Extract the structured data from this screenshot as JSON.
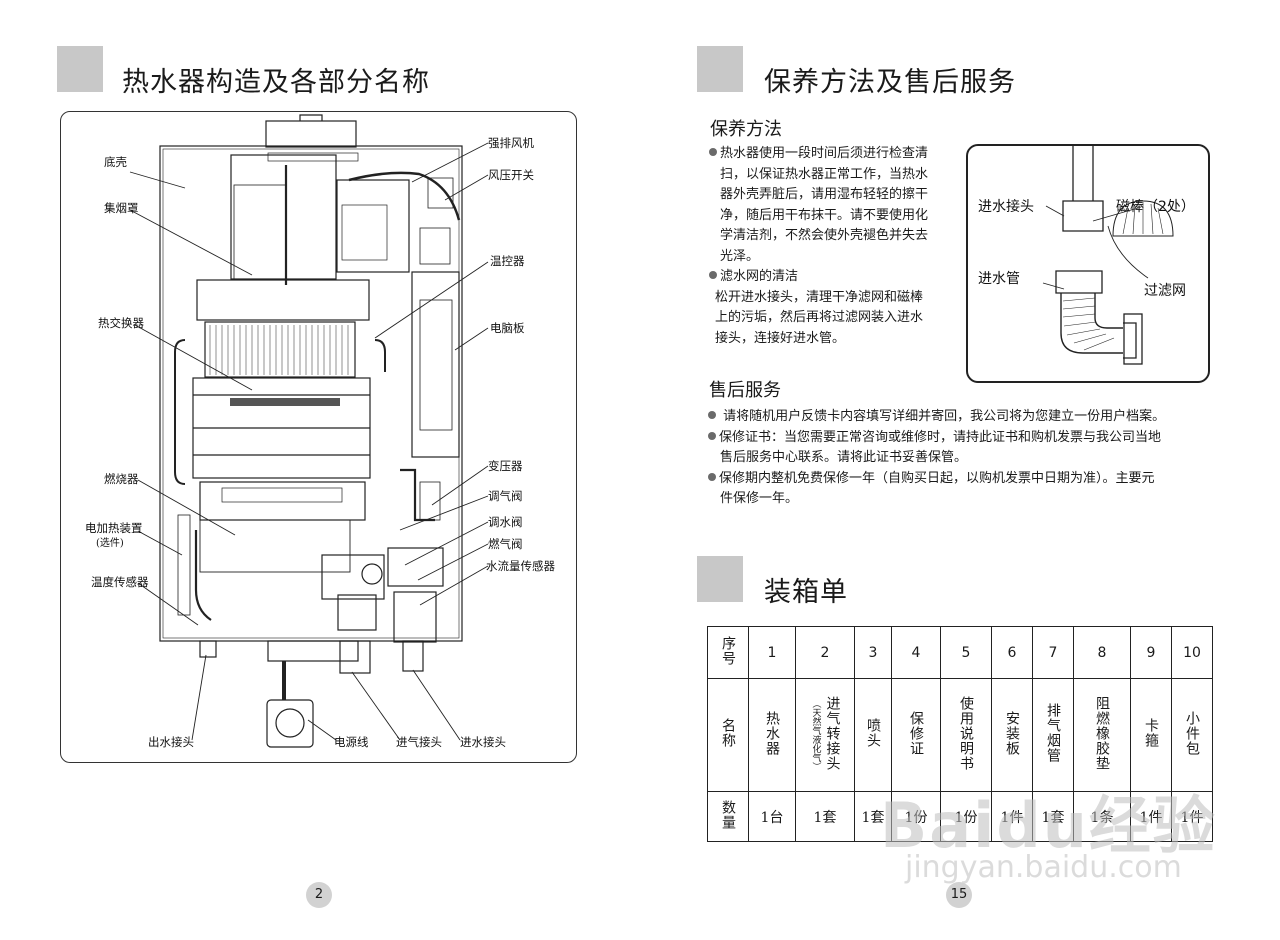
{
  "left_page": {
    "title": "热水器构造及各部分名称",
    "labels": {
      "bottom_case": "底壳",
      "smoke_hood": "集烟罩",
      "heat_exchanger": "热交换器",
      "burner": "燃烧器",
      "electric_heater": "电加热装置",
      "electric_heater_note": "(选件)",
      "temp_sensor": "温度传感器",
      "outlet_joint": "出水接头",
      "forced_fan": "强排风机",
      "pressure_switch": "风压开关",
      "thermostat": "温控器",
      "pcb": "电脑板",
      "transformer": "变压器",
      "gas_regulator": "调气阀",
      "water_regulator": "调水阀",
      "gas_valve": "燃气阀",
      "flow_sensor": "水流量传感器",
      "power_cord": "电源线",
      "gas_inlet": "进气接头",
      "water_inlet": "进水接头"
    },
    "page_number": "2"
  },
  "right_page": {
    "title": "保养方法及售后服务",
    "maintenance": {
      "heading": "保养方法",
      "p1_lines": [
        "热水器使用一段时间后须进行检查清",
        "扫，以保证热水器正常工作，当热水",
        "器外壳弄脏后，请用湿布轻轻的擦干",
        "净，随后用干布抹干。请不要使用化",
        "学清洁剂，不然会使外壳褪色并失去",
        "光泽。"
      ],
      "p2_title": "滤水网的清洁",
      "p2_lines": [
        "松开进水接头，清理干净滤网和磁棒",
        "上的污垢，然后再将过滤网装入进水",
        "接头，连接好进水管。"
      ]
    },
    "inset": {
      "inlet_joint": "进水接头",
      "magnet_rod": "磁棒（2处）",
      "inlet_pipe": "进水管",
      "filter": "过滤网"
    },
    "service": {
      "heading": "售后服务",
      "b1": "请将随机用户反馈卡内容填写详细并寄回，我公司将为您建立一份用户档案。",
      "b2_line1": "保修证书：当您需要正常咨询或维修时，请持此证书和购机发票与我公司当地",
      "b2_line2": "售后服务中心联系。请将此证书妥善保管。",
      "b3_line1": "保修期内整机免费保修一年（自购买日起，以购机发票中日期为准）。主要元",
      "b3_line2": "件保修一年。"
    },
    "packing": {
      "title": "装箱单",
      "row_seq": "序号",
      "row_name": "名称",
      "row_qty": "数量",
      "items": [
        {
          "no": "1",
          "name": "热水器",
          "note": "",
          "qty": "1台"
        },
        {
          "no": "2",
          "name": "进气转接头",
          "note": "（天然气液化气）",
          "qty": "1套"
        },
        {
          "no": "3",
          "name": "喷头",
          "note": "",
          "qty": "1套"
        },
        {
          "no": "4",
          "name": "保修证",
          "note": "",
          "qty": "1份"
        },
        {
          "no": "5",
          "name": "使用说明书",
          "note": "",
          "qty": "1份"
        },
        {
          "no": "6",
          "name": "安装板",
          "note": "",
          "qty": "1件"
        },
        {
          "no": "7",
          "name": "排气烟管",
          "note": "",
          "qty": "1套"
        },
        {
          "no": "8",
          "name": "阻燃橡胶垫",
          "note": "",
          "qty": "1条"
        },
        {
          "no": "9",
          "name": "卡箍",
          "note": "",
          "qty": "1件"
        },
        {
          "no": "10",
          "name": "小件包",
          "note": "",
          "qty": "1件"
        }
      ]
    },
    "page_number": "15"
  },
  "watermark": {
    "brand": "Baidu经验",
    "url": "jingyan.baidu.com"
  }
}
